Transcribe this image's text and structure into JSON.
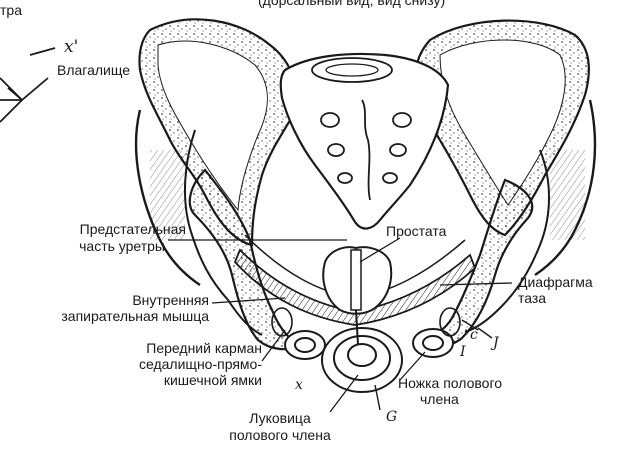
{
  "labels": {
    "top_left_fragment": "тра",
    "top_right_fragment": "(дорсальный вид; вид снизу)",
    "vagina": "Влагалище",
    "prostatic_urethra_1": "Предстательная",
    "prostatic_urethra_2": "часть уретры",
    "prostate": "Простата",
    "pelvic_diaphragm_1": "Диафрагма",
    "pelvic_diaphragm_2": "таза",
    "internal_sphincter_1": "Внутренняя",
    "internal_sphincter_2": "запирательная мышца",
    "anterior_recess_1": "Передний карман",
    "anterior_recess_2": "седалищно-прямо-",
    "anterior_recess_3": "кишечной ямки",
    "crus_penis_1": "Ножка полового",
    "crus_penis_2": "члена",
    "bulb_penis_1": "Луковица",
    "bulb_penis_2": "полового члена"
  },
  "handwritten_marks": {
    "x_prime": "x'",
    "j": "J",
    "c": "c",
    "i": "I",
    "g": "G",
    "x": "x"
  },
  "colors": {
    "ink": "#1a1a1a",
    "bone_fill": "#ffffff",
    "background": "#ffffff"
  }
}
